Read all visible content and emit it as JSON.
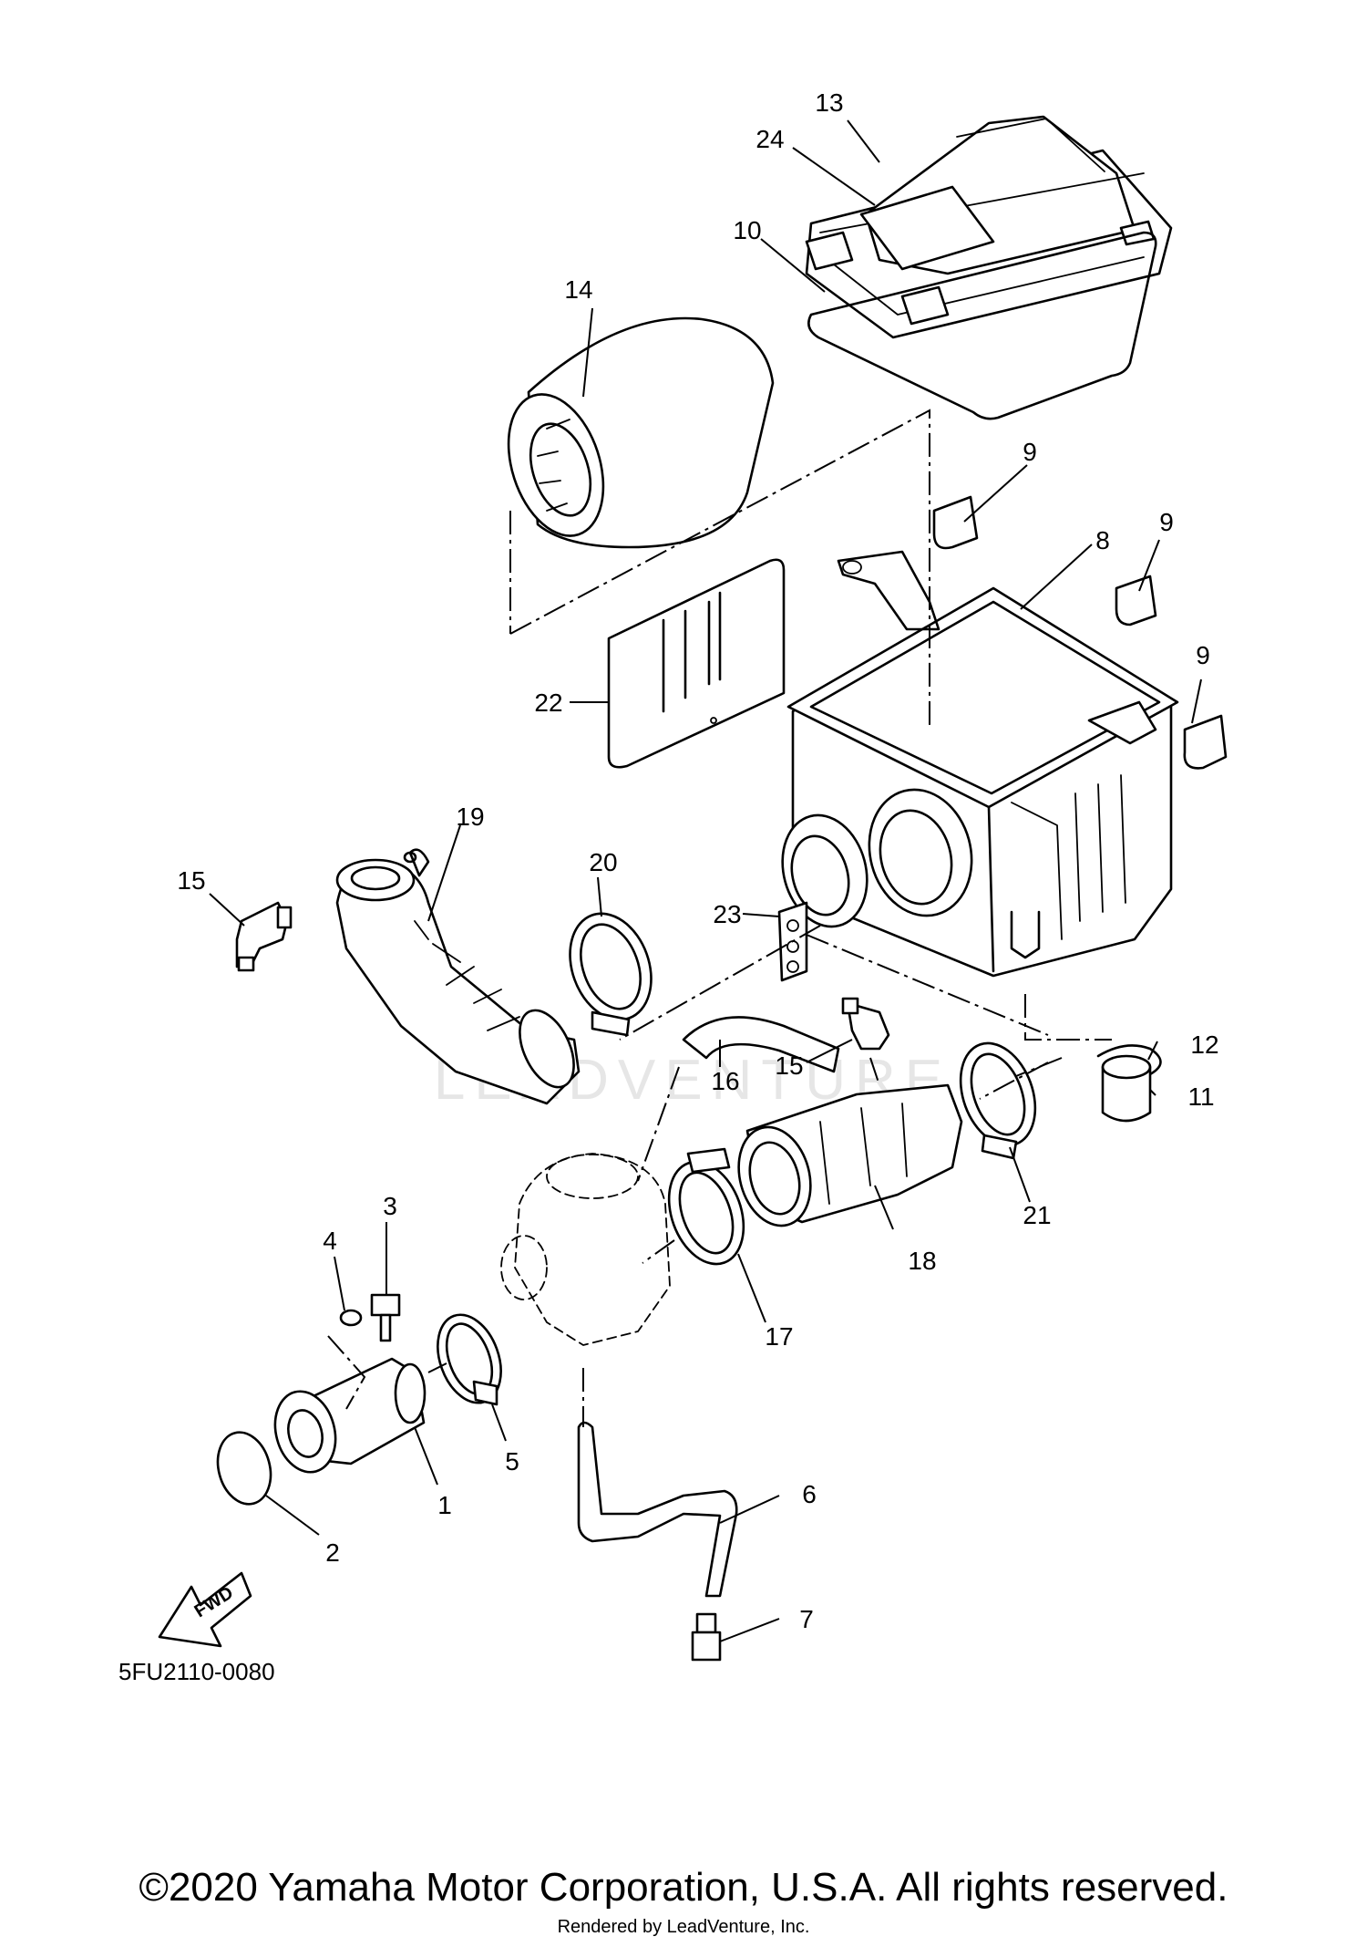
{
  "callouts": [
    "1",
    "2",
    "3",
    "4",
    "5",
    "6",
    "7",
    "8",
    "9",
    "9",
    "9",
    "10",
    "11",
    "12",
    "13",
    "14",
    "15",
    "15",
    "16",
    "17",
    "18",
    "19",
    "20",
    "21",
    "22",
    "23",
    "24"
  ],
  "diagram_code": "5FU2110-0080",
  "fwd_label": "FWD",
  "watermark": "LEADVENTURE",
  "copyright": "©2020 Yamaha Motor Corporation, U.S.A. All rights reserved.",
  "rendered_by": "Rendered by LeadVenture, Inc."
}
